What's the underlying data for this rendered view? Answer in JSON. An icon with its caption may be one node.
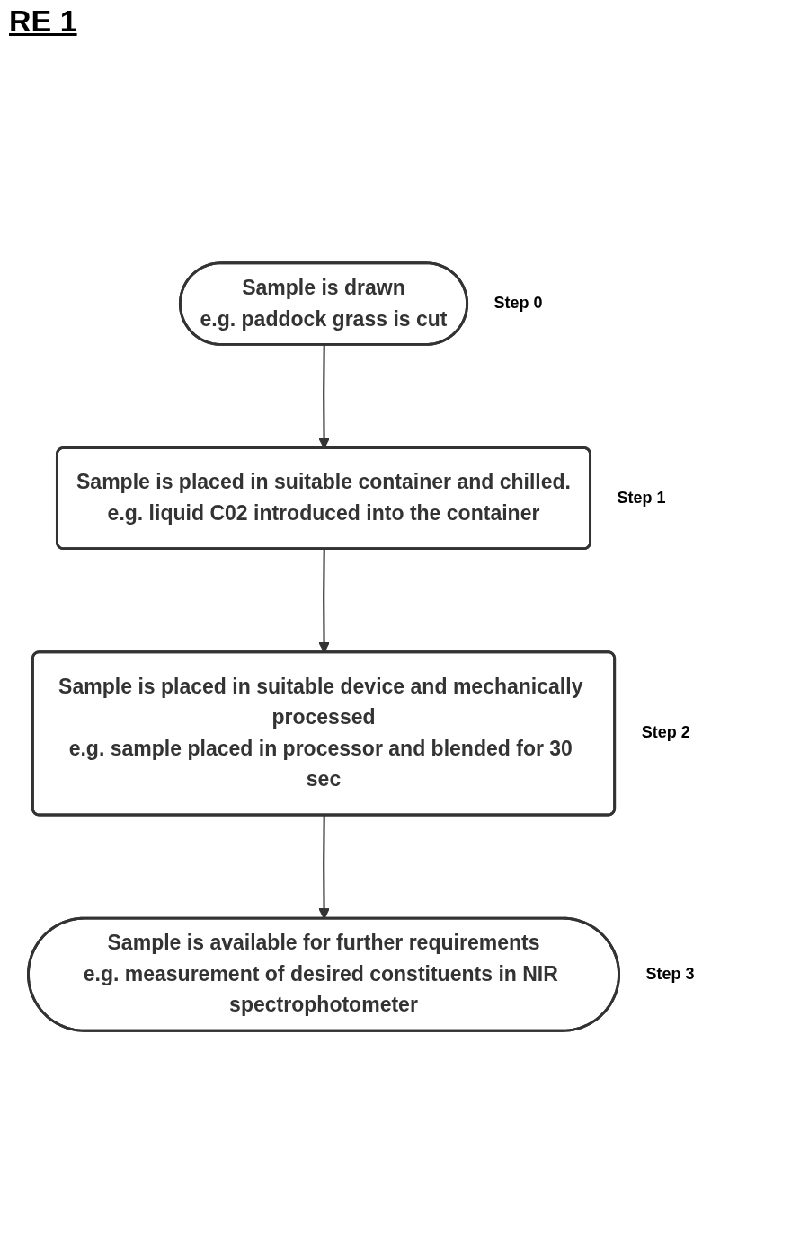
{
  "diagram": {
    "title": "RE 1",
    "nodes": [
      {
        "text": [
          "Sample is drawn",
          "e.g. paddock grass is cut"
        ],
        "beside": [
          "Step 0"
        ]
      },
      {
        "text": [
          "Sample is placed in suitable container and chilled.",
          "e.g. liquid C02 introduced into the container"
        ],
        "beside": [
          "Step 1"
        ]
      },
      {
        "text": [
          "Sample is placed in suitable device and mechanically processed",
          "e.g. sample placed in processor and blended for 30 sec"
        ],
        "beside": [
          "Step 2"
        ]
      },
      {
        "text": [
          "Sample is available for further requirements",
          "e.g. measurement of desired constituents in NIR spectrophotometer"
        ],
        "beside": [
          "Step 3"
        ]
      }
    ],
    "edges": [
      {
        "from": 0,
        "to": 1,
        "arrow": "to"
      },
      {
        "from": 1,
        "to": 2,
        "arrow": "to"
      },
      {
        "from": 2,
        "to": 3,
        "arrow": "to"
      }
    ]
  }
}
